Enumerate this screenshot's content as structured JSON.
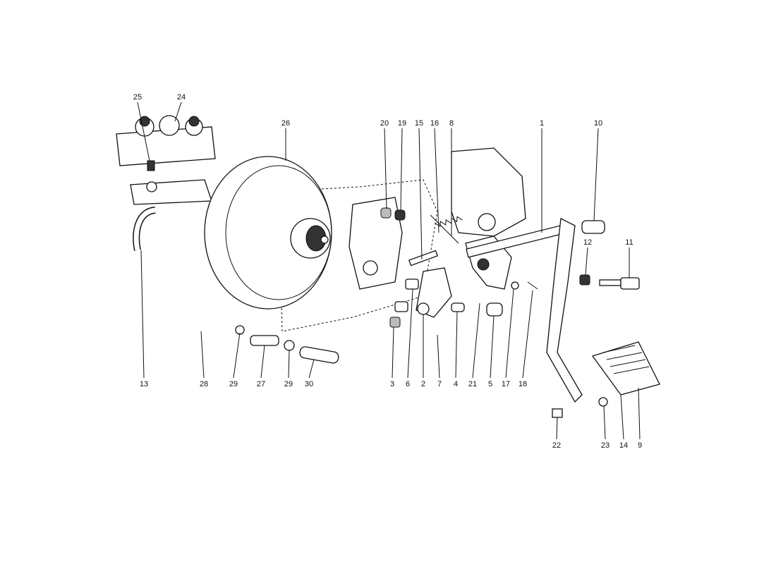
{
  "diagram": {
    "title": "Brake booster, master cylinder and brake pedal assembly",
    "labels": [
      "25",
      "24",
      "26",
      "20",
      "19",
      "15",
      "16",
      "8",
      "1",
      "10",
      "12",
      "11",
      "13",
      "28",
      "29",
      "27",
      "29",
      "30",
      "3",
      "6",
      "2",
      "7",
      "4",
      "21",
      "5",
      "17",
      "18",
      "22",
      "23",
      "14",
      "9"
    ]
  }
}
